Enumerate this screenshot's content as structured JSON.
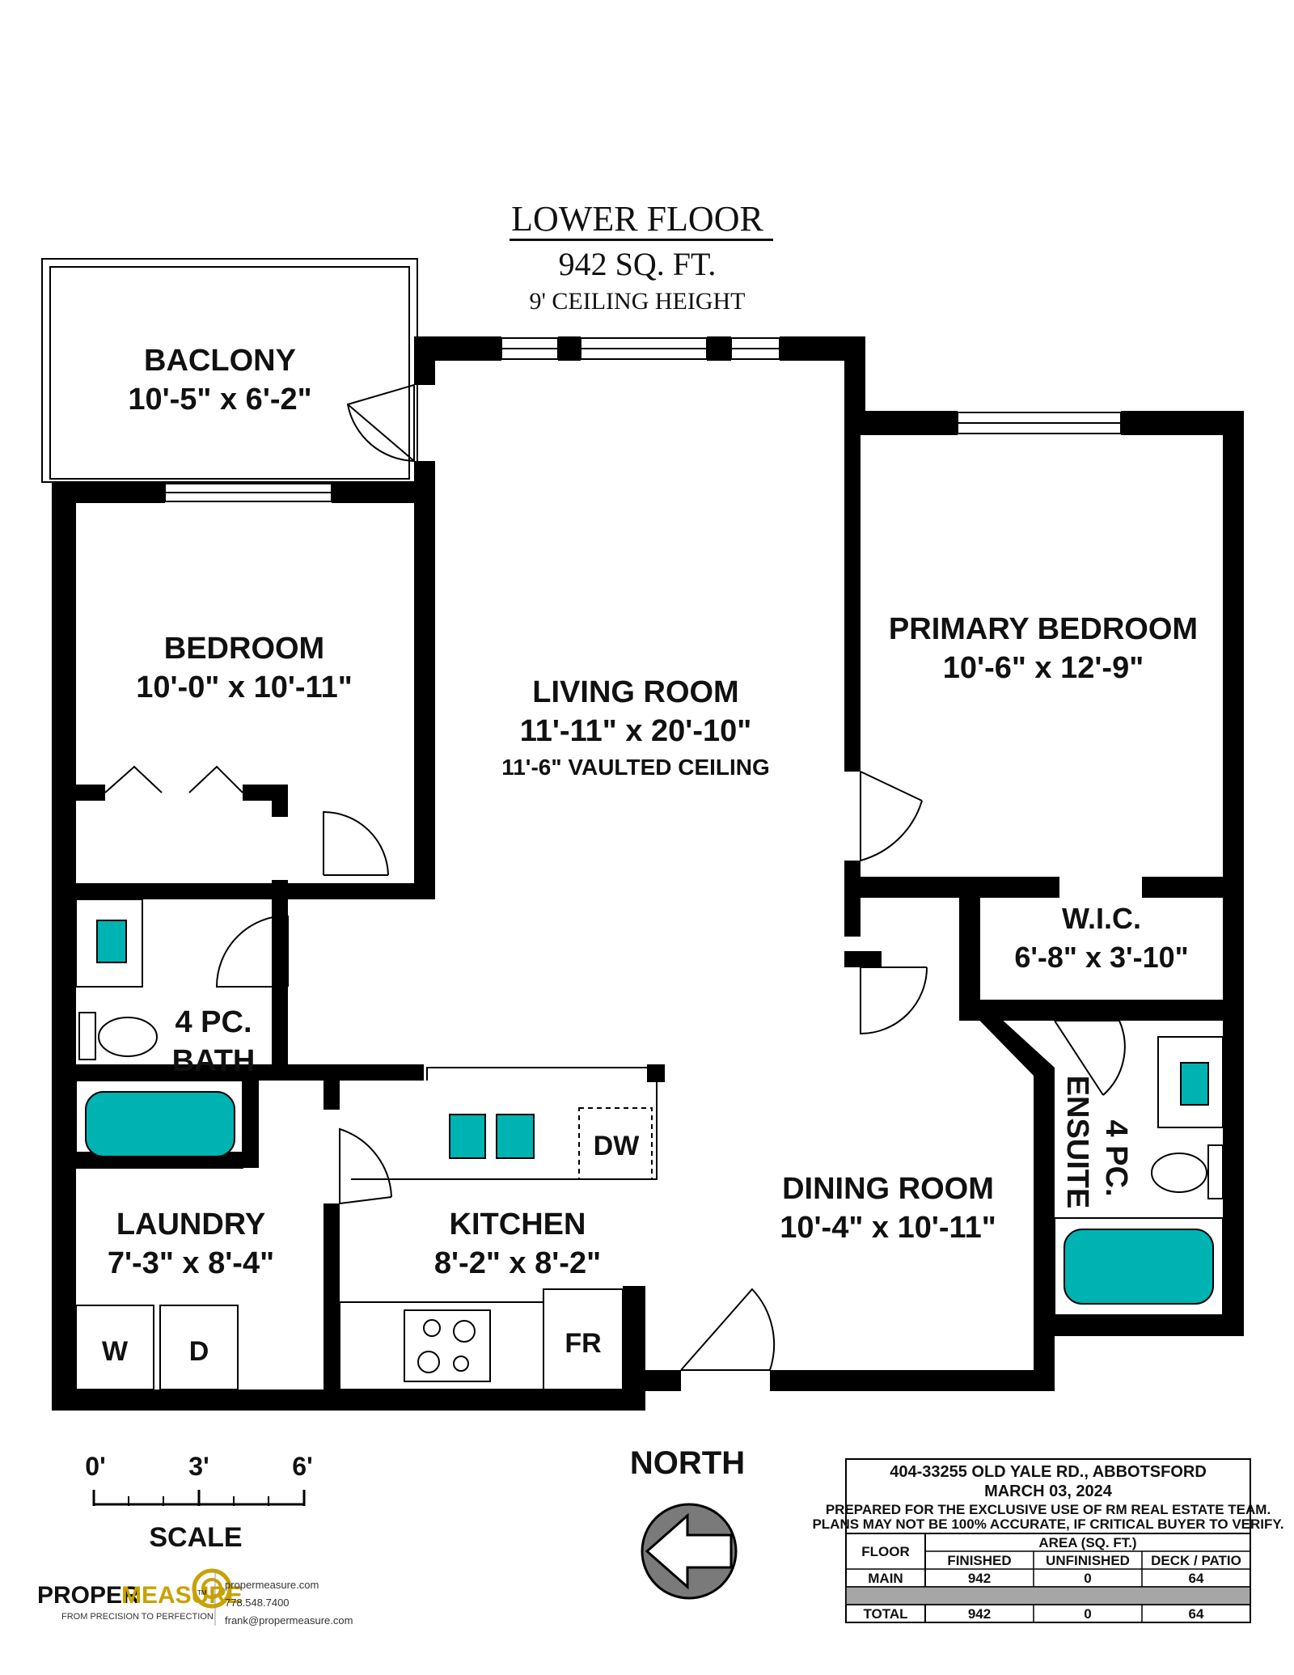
{
  "header": {
    "floor": "LOWER FLOOR",
    "area": "942 SQ. FT.",
    "ceiling": "9' CEILING HEIGHT"
  },
  "rooms": {
    "balcony": {
      "name": "BACLONY",
      "dims": "10'-5\" x 6'-2\""
    },
    "bedroom": {
      "name": "BEDROOM",
      "dims": "10'-0\" x 10'-11\""
    },
    "living": {
      "name": "LIVING ROOM",
      "dims": "11'-11\" x 20'-10\"",
      "note": "11'-6\" VAULTED CEILING"
    },
    "primary": {
      "name": "PRIMARY BEDROOM",
      "dims": "10'-6\" x 12'-9\""
    },
    "wic": {
      "name": "W.I.C.",
      "dims": "6'-8\" x 3'-10\""
    },
    "bath": {
      "line1": "4 PC.",
      "line2": "BATH"
    },
    "ensuite": {
      "line1": "4 PC.",
      "line2": "ENSUITE"
    },
    "dining": {
      "name": "DINING ROOM",
      "dims": "10'-4\" x 10'-11\""
    },
    "kitchen": {
      "name": "KITCHEN",
      "dims": "8'-2\" x 8'-2\""
    },
    "laundry": {
      "name": "LAUNDRY",
      "dims": "7'-3\" x 8'-4\""
    }
  },
  "fixtures": {
    "dishwasher": "DW",
    "fridge": "FR",
    "washer": "W",
    "dryer": "D"
  },
  "scale": {
    "t0": "0'",
    "t3": "3'",
    "t6": "6'",
    "label": "SCALE"
  },
  "north": "NORTH",
  "info": {
    "address": "404-33255 OLD YALE RD., ABBOTSFORD",
    "date": "MARCH 03, 2024",
    "disclaimer1": "PREPARED FOR THE EXCLUSIVE USE OF RM REAL ESTATE TEAM.",
    "disclaimer2": "PLANS MAY NOT BE 100% ACCURATE, IF CRITICAL BUYER TO VERIFY.",
    "col_floor": "FLOOR",
    "col_area": "AREA (SQ. FT.)",
    "col_finished": "FINISHED",
    "col_unfinished": "UNFINISHED",
    "col_deck": "DECK / PATIO",
    "rows": [
      {
        "floor": "MAIN",
        "finished": "942",
        "unfinished": "0",
        "deck": "64"
      },
      {
        "floor": "TOTAL",
        "finished": "942",
        "unfinished": "0",
        "deck": "64"
      }
    ]
  },
  "brand": {
    "logo_a": "PROPER",
    "logo_b": "MEASURE",
    "tm": "TM",
    "tagline": "FROM PRECISION TO PERFECTION",
    "web": "propermeasure.com",
    "phone": "778.548.7400",
    "email": "frank@propermeasure.com"
  },
  "colors": {
    "fixture": "#00b3b3",
    "wall": "#000000",
    "table_shade": "#a6a6a6"
  }
}
